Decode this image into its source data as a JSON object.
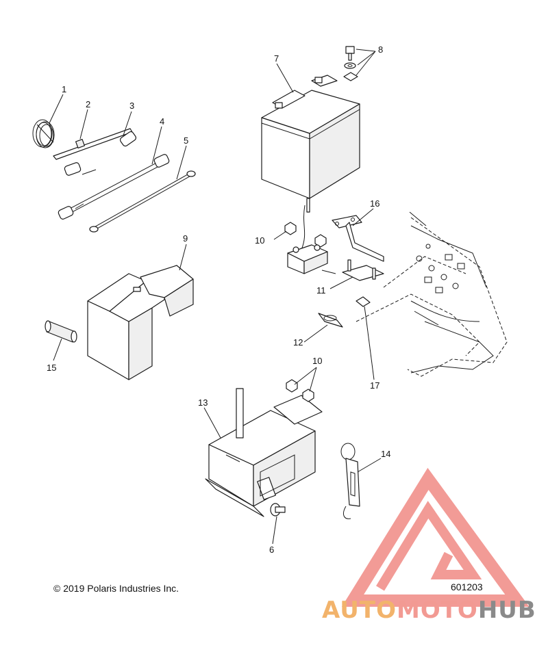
{
  "footer": {
    "copyright": "© 2019 Polaris Industries Inc.",
    "drawing_number": "601203"
  },
  "callouts": {
    "c1": "1",
    "c2": "2",
    "c3": "3",
    "c4": "4",
    "c5": "5",
    "c6": "6",
    "c7": "7",
    "c8": "8",
    "c9": "9",
    "c10a": "10",
    "c10b": "10",
    "c11": "11",
    "c12": "12",
    "c13": "13",
    "c14": "14",
    "c15": "15",
    "c16": "16",
    "c17": "17"
  },
  "watermark": {
    "wordmark_parts": [
      "AUTO",
      "MOTO",
      "HUB"
    ],
    "colors": {
      "auto": "#f2b36b",
      "moto": "#f29a93",
      "hub": "#8a8a8a",
      "logo": "#f08a84"
    },
    "logo_icon": "triangle-m-logo-icon"
  }
}
